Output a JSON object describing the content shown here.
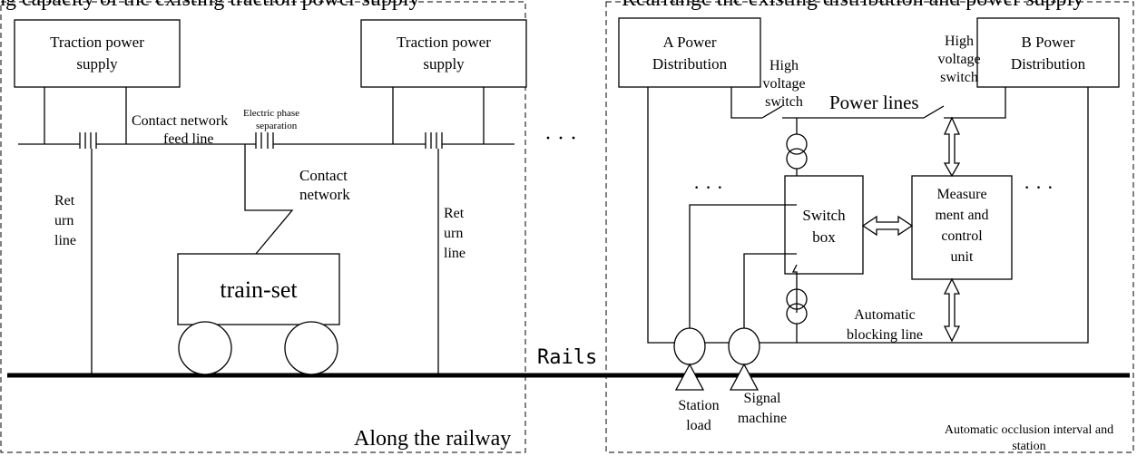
{
  "top_text": {
    "left": "ng capacity of the existing traction power supply",
    "right": "Rearrange the existing distribution and power supply"
  },
  "left_panel": {
    "traction_supply_left": [
      "Traction power",
      "supply"
    ],
    "traction_supply_right": [
      "Traction power",
      "supply"
    ],
    "contact_feed_line": [
      "Contact network",
      "feed line"
    ],
    "phase_separation": [
      "Electric phase",
      "separation"
    ],
    "contact_network": [
      "Contact",
      "network"
    ],
    "return_line_left": [
      "Ret",
      "urn",
      "line"
    ],
    "return_line_right": [
      "Ret",
      "urn",
      "line"
    ],
    "train": "train-set",
    "caption": "Along the railway"
  },
  "middle": {
    "ellipsis": "· · ·",
    "rails": "Rails"
  },
  "right_panel": {
    "a_power": [
      "A Power",
      "Distribution"
    ],
    "b_power": [
      "B Power",
      "Distribution"
    ],
    "hv_switch_left": [
      "High",
      "voltage",
      "switch"
    ],
    "hv_switch_right": [
      "High",
      "voltage",
      "switch"
    ],
    "power_lines": "Power lines",
    "switch_box": [
      "Switch",
      "box"
    ],
    "measurement": [
      "Measure",
      "ment and",
      "control",
      "unit"
    ],
    "auto_blocking": [
      "Automatic",
      "blocking line"
    ],
    "station_load": [
      "Station",
      "load"
    ],
    "signal_machine": [
      "Signal",
      "machine"
    ],
    "caption": [
      "Automatic occlusion interval and",
      "station"
    ],
    "ellipsis_left": "· · ·",
    "ellipsis_right": "· · ·"
  }
}
